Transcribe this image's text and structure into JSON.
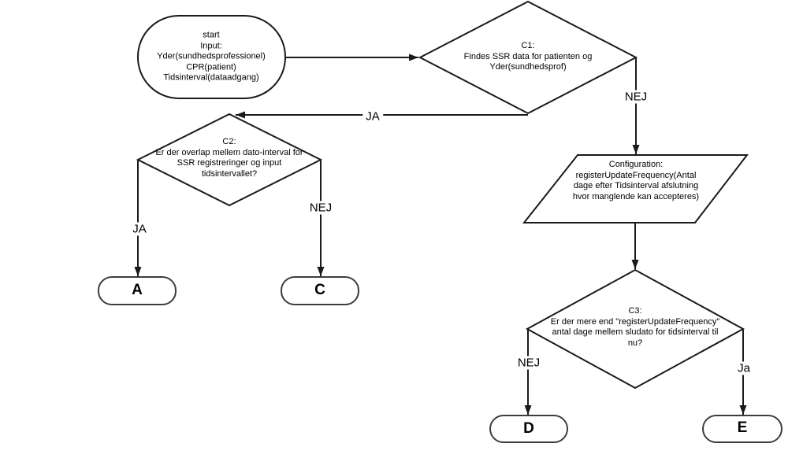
{
  "diagram": {
    "colors": {
      "background": "#ffffff",
      "stroke": "#1a1a1a",
      "terminal-stroke": "#3d3d3d",
      "text": "#000000"
    },
    "nodes": {
      "start": {
        "type": "terminator",
        "lines": [
          "start",
          "Input:",
          "Yder(sundhedsprofessionel)",
          "CPR(patient)",
          "Tidsinterval(dataadgang)"
        ]
      },
      "c1": {
        "type": "decision",
        "lines": [
          "C1:",
          "Findes SSR data for patienten og",
          "Yder(sundhedsprof)"
        ]
      },
      "c2": {
        "type": "decision",
        "lines": [
          "C2:",
          "Er der overlap mellem dato-interval for",
          "SSR registreringer og input",
          "tidsintervallet?"
        ]
      },
      "config": {
        "type": "data-parallelogram",
        "lines": [
          "Configuration:",
          "registerUpdateFrequency(Antal",
          "dage efter Tidsinterval afslutning",
          "hvor manglende kan accepteres)"
        ]
      },
      "c3": {
        "type": "decision",
        "lines": [
          "C3:",
          "Er der mere end \"registerUpdateFrequency\"",
          "antal dage mellem sludato for tidsinterval til",
          "nu?"
        ]
      },
      "terminal_a": {
        "type": "terminal",
        "label": "A"
      },
      "terminal_c": {
        "type": "terminal",
        "label": "C"
      },
      "terminal_d": {
        "type": "terminal",
        "label": "D"
      },
      "terminal_e": {
        "type": "terminal",
        "label": "E"
      }
    },
    "edge_labels": {
      "c1_to_c2": "JA",
      "c1_to_config": "NEJ",
      "c2_to_a": "JA",
      "c2_to_c": "NEJ",
      "c3_to_d": "NEJ",
      "c3_to_e": "Ja"
    }
  }
}
